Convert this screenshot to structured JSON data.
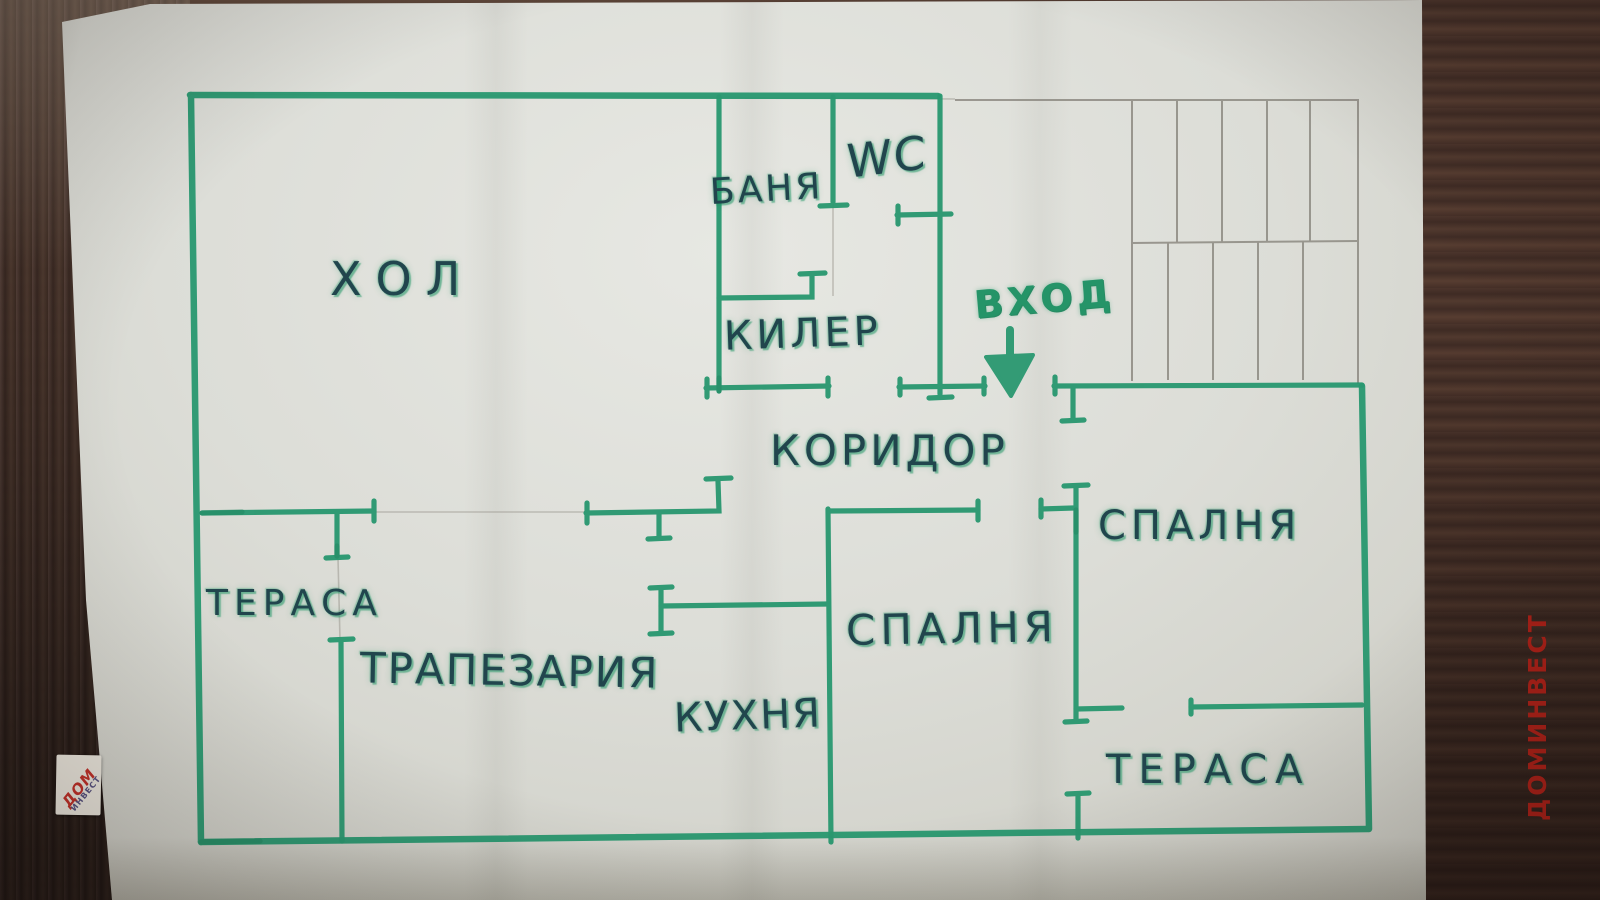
{
  "rooms": {
    "hall": "ХОЛ",
    "bath": "БАНЯ",
    "wc": "WC",
    "pantry": "КИЛЕР",
    "entrance": "ВХОД",
    "corridor": "КОРИДОР",
    "bedroom_middle": "СПАЛНЯ",
    "bedroom_right": "СПАЛНЯ",
    "terrace_left": "ТЕРАСА",
    "terrace_right": "ТЕРАСА",
    "dining": "ТРАПЕЗАРИЯ",
    "kitchen": "КУХНЯ"
  },
  "branding": {
    "side_text": "ДОМИНВЕСТ",
    "sticker_line1": "ДОМ",
    "sticker_line2": "ИНВЕСТ"
  },
  "colors": {
    "marker_green": "#2a9870",
    "marker_dark": "#1f8560",
    "ink": "#21454d",
    "pencil": "#8d8a82",
    "brand_red": "#b32017",
    "paper": "#d9dad3",
    "wood": "#45302a"
  }
}
